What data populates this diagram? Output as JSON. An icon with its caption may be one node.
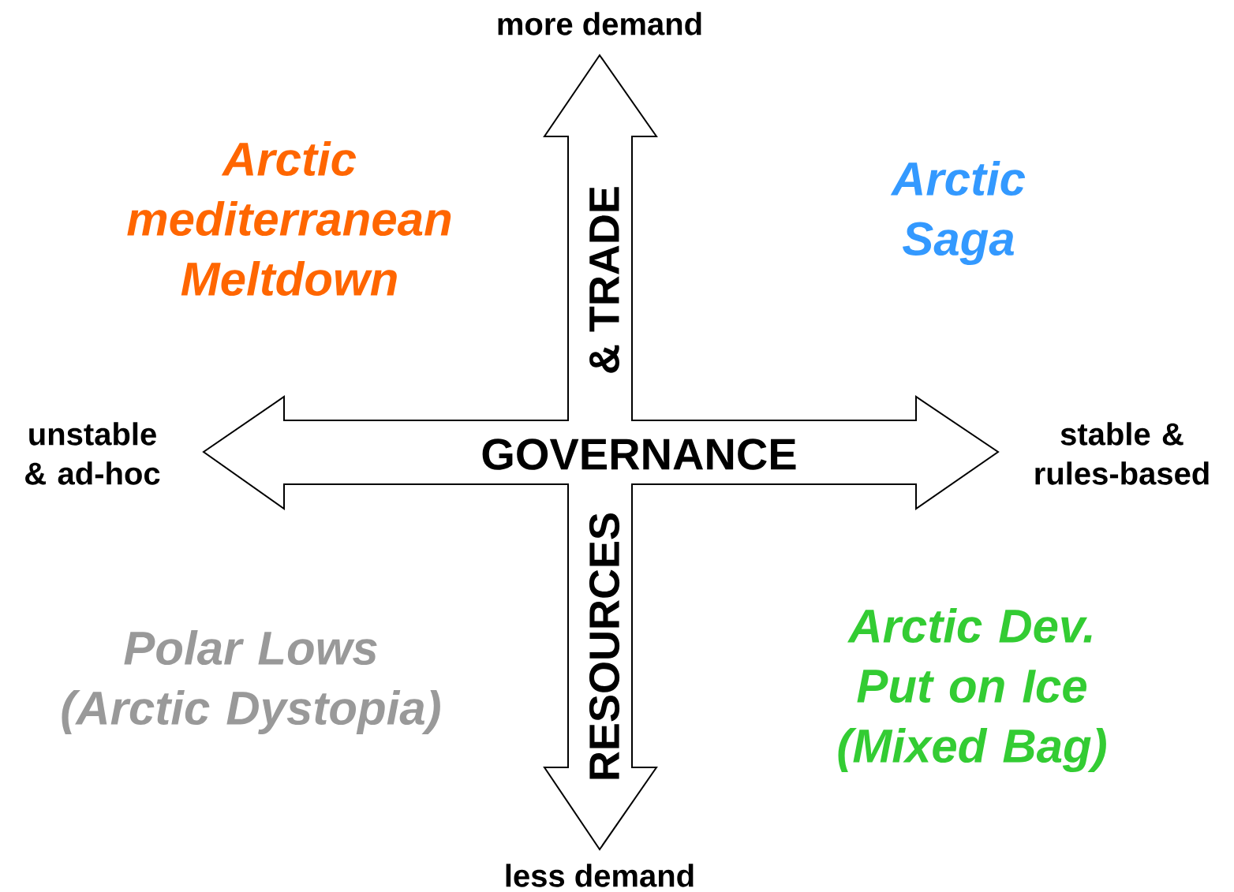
{
  "diagram": {
    "labels": [
      "more demand",
      "Arctic mediterranean Meltdown",
      "Arctic Saga",
      "& TRADE",
      "unstable & ad-hoc",
      "GOVERNANCE",
      "stable & rules-based",
      "RESOURCES",
      "Polar Lows (Arctic Dystopia)",
      "Arctic Dev. Put on Ice (Mixed Bag)",
      "less demand"
    ]
  }
}
